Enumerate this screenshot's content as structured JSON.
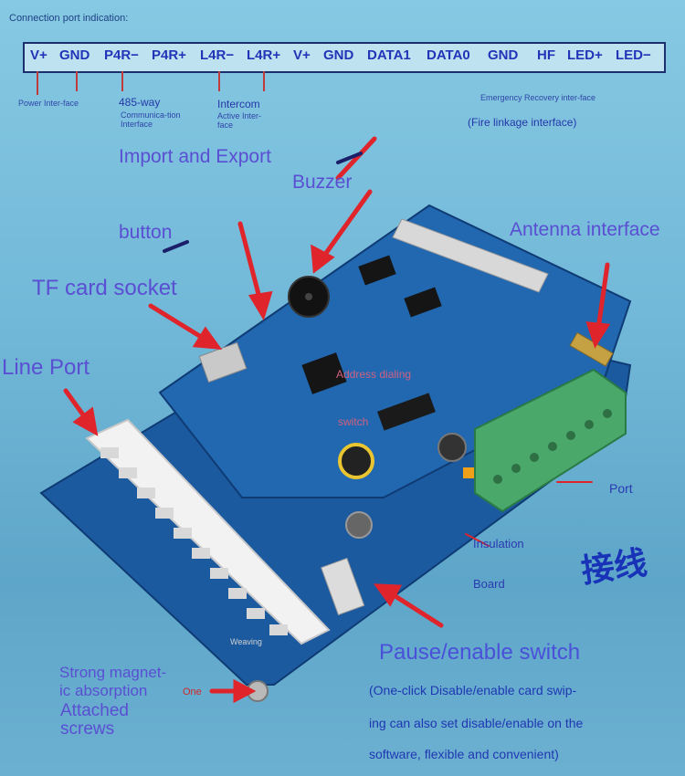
{
  "connection_title": "Connection port indication:",
  "pins": [
    "V+",
    "GND",
    "P4R−",
    "P4R+",
    "L4R−",
    "L4R+",
    "V+",
    "GND",
    "DATA1",
    "DATA0",
    "GND",
    "HF",
    "LED+",
    "LED−"
  ],
  "pin_notes": {
    "power": "Power Inter-face",
    "p485": "485-way",
    "p485_sub": "Communica-tion Interface",
    "intercom": "Intercom",
    "intercom_sub": "Active Inter-face",
    "emergency": "Emergency Recovery inter-face",
    "fire": "(Fire linkage interface)"
  },
  "labels": {
    "import_export": "Import and Export",
    "buzzer": "Buzzer",
    "button": "button",
    "antenna": "Antenna interface",
    "tf_card": "TF card socket",
    "line_port": "Line Port",
    "address": "Address dialing",
    "switch": "switch",
    "port": "Port",
    "insulation": "Insulation",
    "board": "Board",
    "cjk": "接线",
    "pause_switch": "Pause/enable switch",
    "pause_desc_1": "(One-click Disable/enable card swip-",
    "pause_desc_2": "ing can also set disable/enable on the",
    "pause_desc_3": "software, flexible and convenient)",
    "magnet_1": "Strong magnet-",
    "magnet_2": "ic absorption",
    "magnet_3": "Attached",
    "magnet_4": "screws",
    "one": "One",
    "weaving": "Weaving"
  },
  "colors": {
    "label": "#5a4fd2",
    "arrow": "#e0242b",
    "pcb": "#1f63a8",
    "terminal": "#45a86a"
  }
}
